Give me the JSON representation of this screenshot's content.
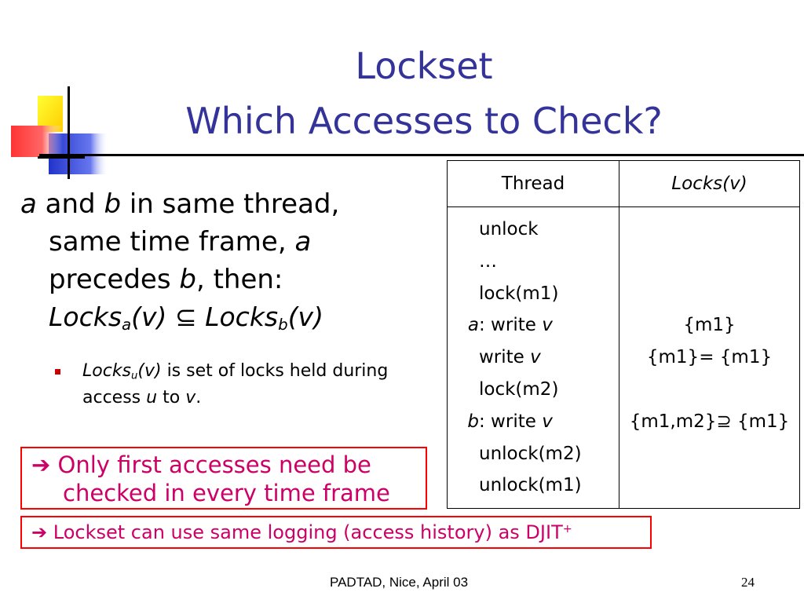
{
  "title": {
    "line1": "Lockset",
    "line2": "Which Accesses to Check?"
  },
  "main_statement": {
    "a": "a",
    "and": "and",
    "b": "b",
    "line1_rest": "in same thread,",
    "line2_text": "same time frame,",
    "line2_a": "a",
    "line3_text": "precedes",
    "line3_b": "b",
    "line3_rest": ", then:",
    "formula": {
      "locks1": "Locks",
      "sub1": "a",
      "arg1": "(v)",
      "subset": "⊆",
      "locks2": "Locks",
      "sub2": "b",
      "arg2": "(v)"
    }
  },
  "sub_bullet": {
    "locks": "Locks",
    "sub": "u",
    "arg": "(v)",
    "rest1": "is set of locks held during",
    "access": "access",
    "u": "u",
    "to": "to",
    "v": "v",
    "period": "."
  },
  "highlight_box1": {
    "arrow": "➔",
    "line1": "Only first accesses need be",
    "line2": "checked in every time frame"
  },
  "highlight_box2": {
    "arrow": "➔",
    "text": "Lockset can use same logging (access history) as DJIT",
    "sup": "+"
  },
  "table": {
    "header_thread": "Thread",
    "header_locks": "Locks(v)",
    "rows": [
      {
        "label": "",
        "op": "unlock",
        "var": "",
        "locks": ""
      },
      {
        "label": "",
        "op": "…",
        "var": "",
        "locks": ""
      },
      {
        "label": "",
        "op": "lock(m1)",
        "var": "",
        "locks": ""
      },
      {
        "label": "a",
        "op": ": write",
        "var": "v",
        "locks": "{m1}"
      },
      {
        "label": "",
        "op": "write",
        "var": "v",
        "locks": "{m1}= {m1}"
      },
      {
        "label": "",
        "op": "lock(m2)",
        "var": "",
        "locks": ""
      },
      {
        "label": "b",
        "op": ": write",
        "var": "v",
        "locks": "{m1,m2}⊇ {m1}"
      },
      {
        "label": "",
        "op": "unlock(m2)",
        "var": "",
        "locks": ""
      },
      {
        "label": "",
        "op": "unlock(m1)",
        "var": "",
        "locks": ""
      }
    ]
  },
  "footer": {
    "text": "PADTAD, Nice, April 03",
    "page": "24"
  },
  "colors": {
    "title": "#333399",
    "highlight_text": "#cc0066",
    "highlight_border": "#ff0000",
    "bullet": "#cc0000"
  }
}
